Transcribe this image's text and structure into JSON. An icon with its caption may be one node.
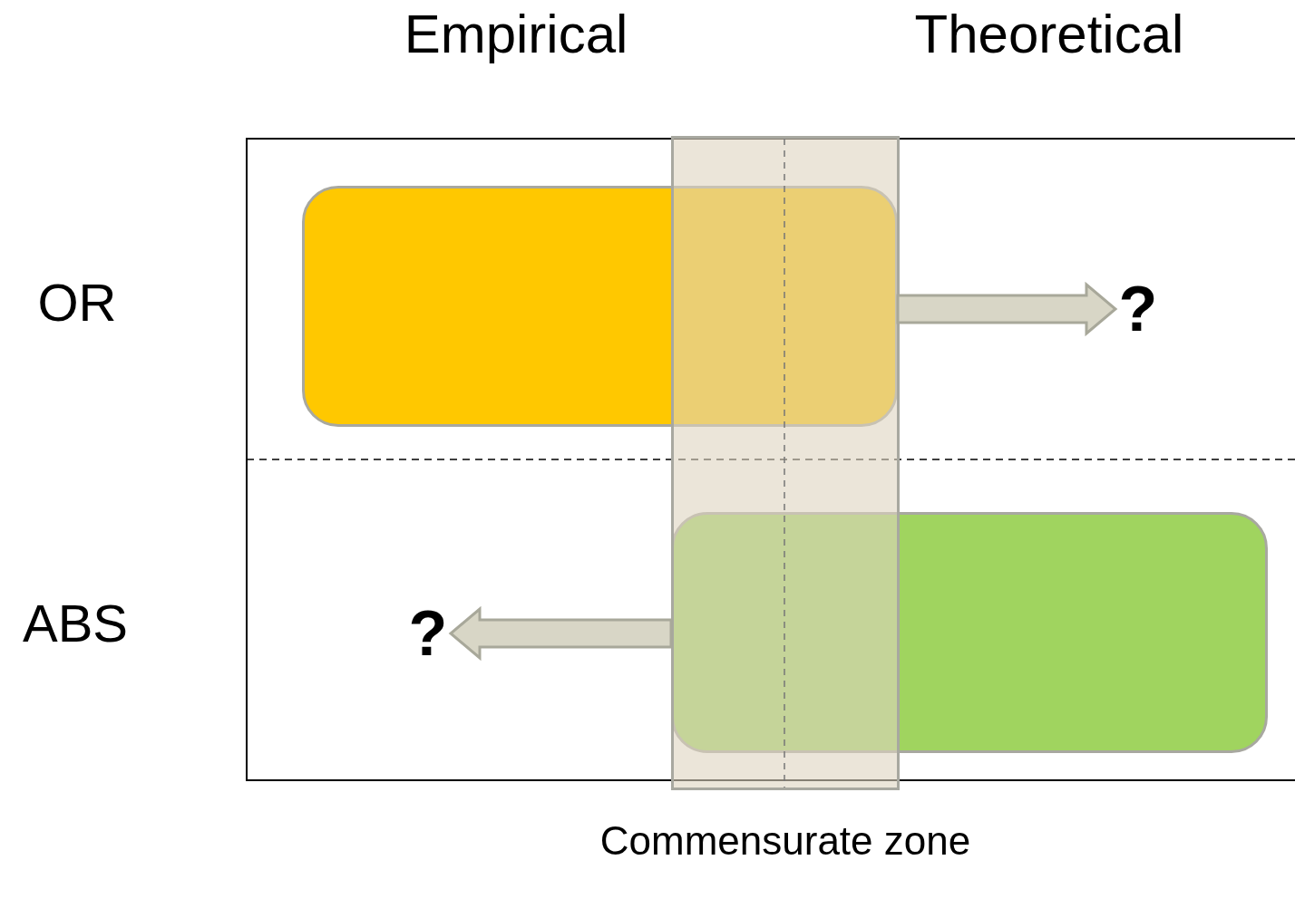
{
  "diagram": {
    "nodes": [
      {
        "text": [],
        "shape": "box"
      },
      {
        "text": [
          "?"
        ]
      },
      {
        "text": [],
        "shape": "box"
      },
      {
        "text": [
          "?"
        ]
      },
      {
        "text": [
          "Commensurate zone"
        ]
      }
    ],
    "edges": [
      {
        "from": 0,
        "to": 1,
        "arrow": "to",
        "style": "thick"
      },
      {
        "from": 2,
        "to": 3,
        "arrow": "to",
        "style": "thick"
      }
    ],
    "labels": [
      "Empirical",
      "Theoretical",
      "OR",
      "ABS"
    ]
  }
}
